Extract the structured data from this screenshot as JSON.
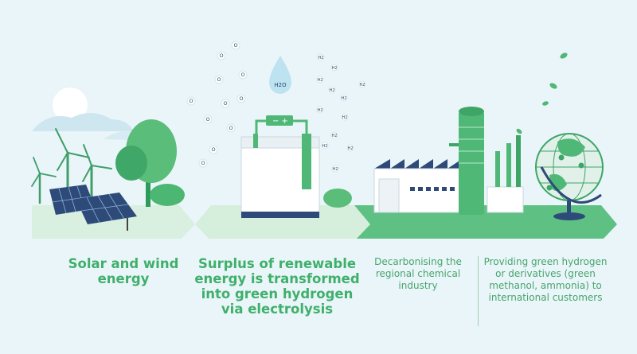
{
  "colors": {
    "background": "#eaf5f9",
    "green_light": "#cdebd3",
    "green_mid": "#6cc489",
    "green_dark": "#3fb06b",
    "solar_blue": "#2d4a78",
    "text_green": "#3fb06b"
  },
  "molecules": {
    "water": "H2O",
    "oxygen": "O",
    "hydrogen": "H2"
  },
  "icons": [
    "sun-icon",
    "cloud-icon",
    "wind-turbine-icon",
    "solar-panel-icon",
    "tree-icon",
    "water-drop-icon",
    "electrolyser-icon",
    "battery-terminal-icon",
    "factory-icon",
    "globe-icon",
    "location-pin-icon",
    "leaf-icon"
  ],
  "captions": {
    "solar_wind": "Solar and wind energy",
    "electrolysis": "Surplus of renewable energy is transformed into green hydrogen via electrolysis",
    "decarbonising": "Decarbonising the regional chemical industry",
    "providing": "Providing green hydrogen or derivatives (green methanol, ammonia) to international customers"
  }
}
